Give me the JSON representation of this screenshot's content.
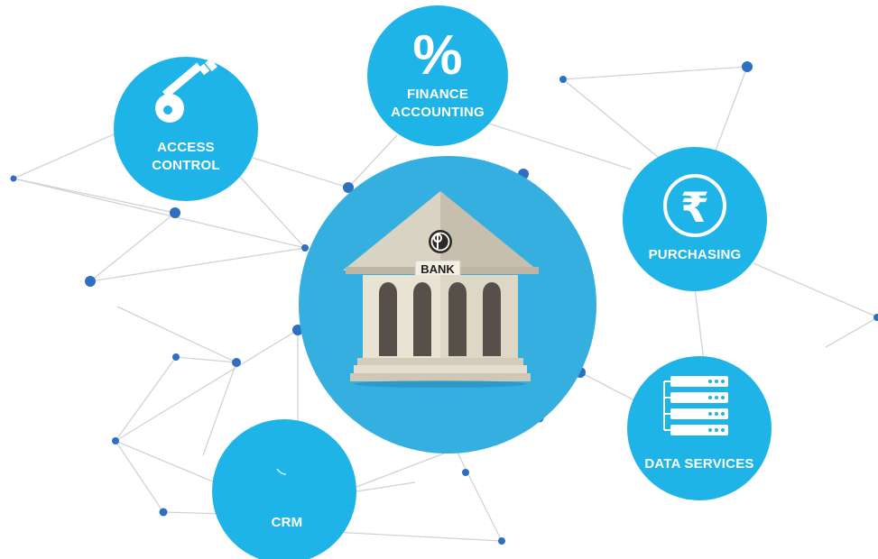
{
  "nodes": {
    "access_control": {
      "line1": "ACCESS",
      "line2": "CONTROL"
    },
    "finance_accounting": {
      "line1": "FINANCE",
      "line2": "ACCOUNTING"
    },
    "purchasing": {
      "label": "PURCHASING"
    },
    "data_services": {
      "label": "DATA SERVICES"
    },
    "crm": {
      "label": "CRM"
    },
    "bank": {
      "label": "BANK"
    }
  },
  "colors": {
    "node_fill": "#1eb4e8",
    "center_fill": "#35aee0",
    "dot": "#2f6fbf",
    "link": "#cfd3d8",
    "building_roof": "#cfc8b8",
    "building_body": "#e8e2d2",
    "arch": "#5a5048"
  }
}
